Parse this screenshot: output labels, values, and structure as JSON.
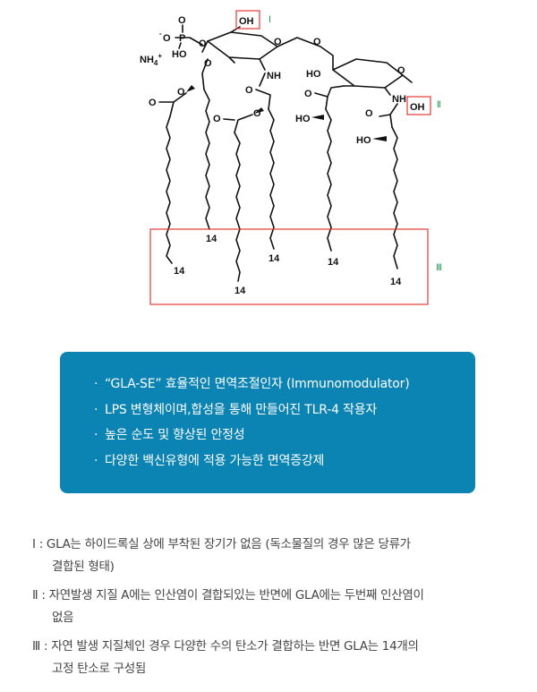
{
  "structure": {
    "oh_top": "OH",
    "oh_right": "OH",
    "roman_1": "Ⅰ",
    "roman_2": "Ⅱ",
    "roman_3": "Ⅲ",
    "ammonium": "NH",
    "ammonium_sub": "4",
    "ammonium_sup": "+",
    "phosphate_ominus": "O",
    "phosphate_minus": "-",
    "phosphate_p": "P",
    "phosphate_ho": "HO",
    "o_labels": [
      "O",
      "O",
      "O",
      "O",
      "O",
      "O",
      "O",
      "O",
      "O",
      "O",
      "O",
      "O",
      "O"
    ],
    "nh_labels": [
      "NH",
      "NH"
    ],
    "ho_labels": [
      "HO",
      "HO",
      "HO"
    ],
    "chain_14": [
      "14",
      "14",
      "14",
      "14",
      "14",
      "14"
    ]
  },
  "info_box": {
    "bullet": "·",
    "items": [
      "“GLA-SE” 효율적인 면역조절인자 (Immunomodulator)",
      "LPS 변형체이며,합성을 통해 만들어진 TLR-4 작용자",
      "높은 순도 및 향상된 안정성",
      "다양한 백신유형에 적용 가능한 면역증강제"
    ]
  },
  "notes": [
    {
      "marker": "Ⅰ",
      "line1": ": GLA는 하이드록실 상에 부착된 장기가 없음 (독소물질의 경우 많은 당류가",
      "line2": "결합된 형태)"
    },
    {
      "marker": "Ⅱ",
      "line1": ": 자연발생 지질 A에는 인산염이 결합되있는 반면에 GLA에는 두번째 인산염이",
      "line2": "없음"
    },
    {
      "marker": "Ⅲ",
      "line1": ": 자연 발생 지질체인 경우 다양한 수의 탄소가 결합하는 반면 GLA는 14개의",
      "line2": "고정 탄소로 구성됨"
    }
  ]
}
